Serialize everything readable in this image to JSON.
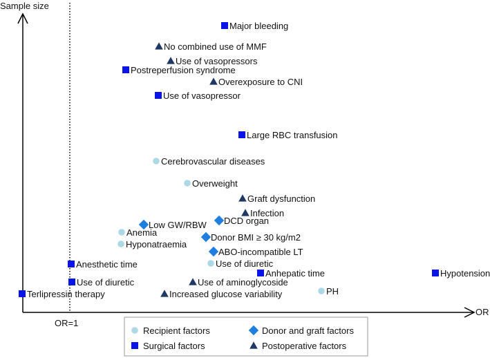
{
  "chart_data": {
    "type": "scatter",
    "xlabel": "OR",
    "ylabel": "Sample size",
    "reference_label": "OR=1",
    "grid": false,
    "axis_ticks": false,
    "legend": {
      "placement": "bottom-center",
      "items": [
        {
          "key": "recipient",
          "label": "Recipient factors"
        },
        {
          "key": "donor",
          "label": "Donor and graft factors"
        },
        {
          "key": "surgical",
          "label": "Surgical factors"
        },
        {
          "key": "postop",
          "label": "Postoperative factors"
        }
      ]
    },
    "categories": {
      "recipient": {
        "color": "#add8e6",
        "marker": "circle"
      },
      "donor": {
        "color": "#1e7fe0",
        "marker": "diamond"
      },
      "surgical": {
        "color": "#0a14e6",
        "marker": "square"
      },
      "postop": {
        "color": "#1f3864",
        "marker": "triangle"
      }
    },
    "points": [
      {
        "label": "Major bleeding",
        "category": "surgical"
      },
      {
        "label": "No combined use of MMF",
        "category": "postop"
      },
      {
        "label": "Use of vasopressors",
        "category": "postop"
      },
      {
        "label": "Postreperfusion syndrome",
        "category": "surgical"
      },
      {
        "label": "Overexposure to CNI",
        "category": "postop"
      },
      {
        "label": "Use of vasopressor",
        "category": "surgical"
      },
      {
        "label": "Large RBC transfusion",
        "category": "surgical"
      },
      {
        "label": "Cerebrovascular diseases",
        "category": "recipient"
      },
      {
        "label": "Overweight",
        "category": "recipient"
      },
      {
        "label": "Graft dysfunction",
        "category": "postop"
      },
      {
        "label": "Infection",
        "category": "postop"
      },
      {
        "label": "Low GW/RBW",
        "category": "donor"
      },
      {
        "label": "DCD organ",
        "category": "donor"
      },
      {
        "label": "Anemia",
        "category": "recipient"
      },
      {
        "label": "Donor BMI ≥ 30 kg/m2",
        "category": "donor"
      },
      {
        "label": "Hyponatraemia",
        "category": "recipient"
      },
      {
        "label": "ABO-incompatible LT",
        "category": "donor"
      },
      {
        "label": "Anesthetic time",
        "category": "surgical"
      },
      {
        "label": "Use of diuretic",
        "category": "recipient"
      },
      {
        "label": "Anhepatic time",
        "category": "surgical"
      },
      {
        "label": "Hypotension",
        "category": "surgical"
      },
      {
        "label": "Use of diuretic",
        "category": "surgical"
      },
      {
        "label": "Use of aminoglycoside",
        "category": "postop"
      },
      {
        "label": "Terlipressin therapy",
        "category": "surgical"
      },
      {
        "label": "Increased glucose variability",
        "category": "postop"
      },
      {
        "label": "PH",
        "category": "recipient"
      }
    ]
  }
}
